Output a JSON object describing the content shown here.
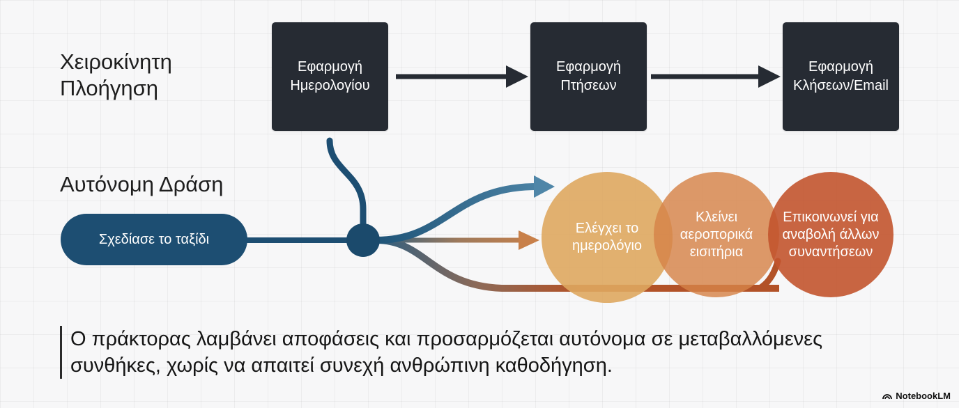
{
  "rows": {
    "manual": {
      "label_line1": "Χειροκίνητη",
      "label_line2": "Πλοήγηση"
    },
    "autonomous": {
      "label": "Αυτόνομη Δράση"
    }
  },
  "apps": [
    {
      "line1": "Εφαρμογή",
      "line2": "Ημερολογίου"
    },
    {
      "line1": "Εφαρμογή",
      "line2": "Πτήσεων"
    },
    {
      "line1": "Εφαρμογή",
      "line2": "Κλήσεων/Email"
    }
  ],
  "start": {
    "label": "Σχεδίασε το ταξίδι"
  },
  "actions": [
    {
      "line1": "Ελέγχει το",
      "line2": "ημερολόγιο"
    },
    {
      "line1": "Κλείνει",
      "line2": "αεροπορικά",
      "line3": "εισιτήρια"
    },
    {
      "line1": "Επικοινωνεί για",
      "line2": "αναβολή άλλων",
      "line3": "συναντήσεων"
    }
  ],
  "caption": {
    "line1": "Ο πράκτορας λαμβάνει αποφάσεις και προσαρμόζεται αυτόνομα σε μεταβαλλόμενες",
    "line2": "συνθήκες, χωρίς να απαιτεί συνεχή ανθρώπινη καθοδήγηση."
  },
  "brand": {
    "name": "NotebookLM"
  },
  "colors": {
    "dark_box": "#262b33",
    "navy": "#1d4e72",
    "blue_arrow": "#4f86a8",
    "orange_arrow": "#c8804a",
    "rust_arrow": "#b25228",
    "circle_tan": "#dea75f",
    "circle_orange": "#d68248",
    "circle_rust": "#c2542d"
  }
}
